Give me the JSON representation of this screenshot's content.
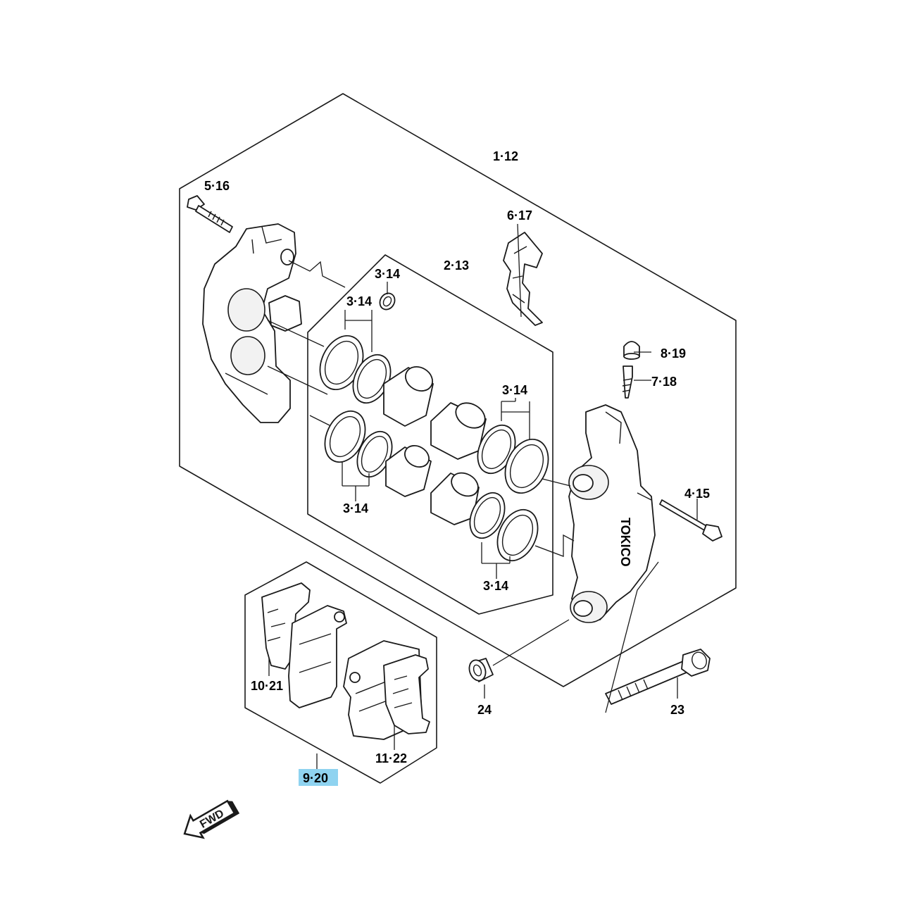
{
  "labels": {
    "caliper_assy": "1·12",
    "bolt_top": "5·16",
    "pad_spring": "6·17",
    "piston_set": "2·13",
    "seal_small": "3·14",
    "seal_upper_left": "3·14",
    "seal_upper_right": "3·14",
    "seal_lower_left": "3·14",
    "seal_lower_right": "3·14",
    "bleeder_cap": "8·19",
    "bleeder_valve": "7·18",
    "pad_pin": "4·15",
    "pad_left": "10·21",
    "pad_right": "11·22",
    "pad_set": "9·20",
    "bushing": "24",
    "mount_bolt": "23",
    "caliper_brand": "TOKICO"
  },
  "icons": {
    "direction_arrow": "fwd-arrow-icon",
    "direction_text": "FWD"
  },
  "highlight": {
    "pad_set_color": "#8fd3f0"
  }
}
